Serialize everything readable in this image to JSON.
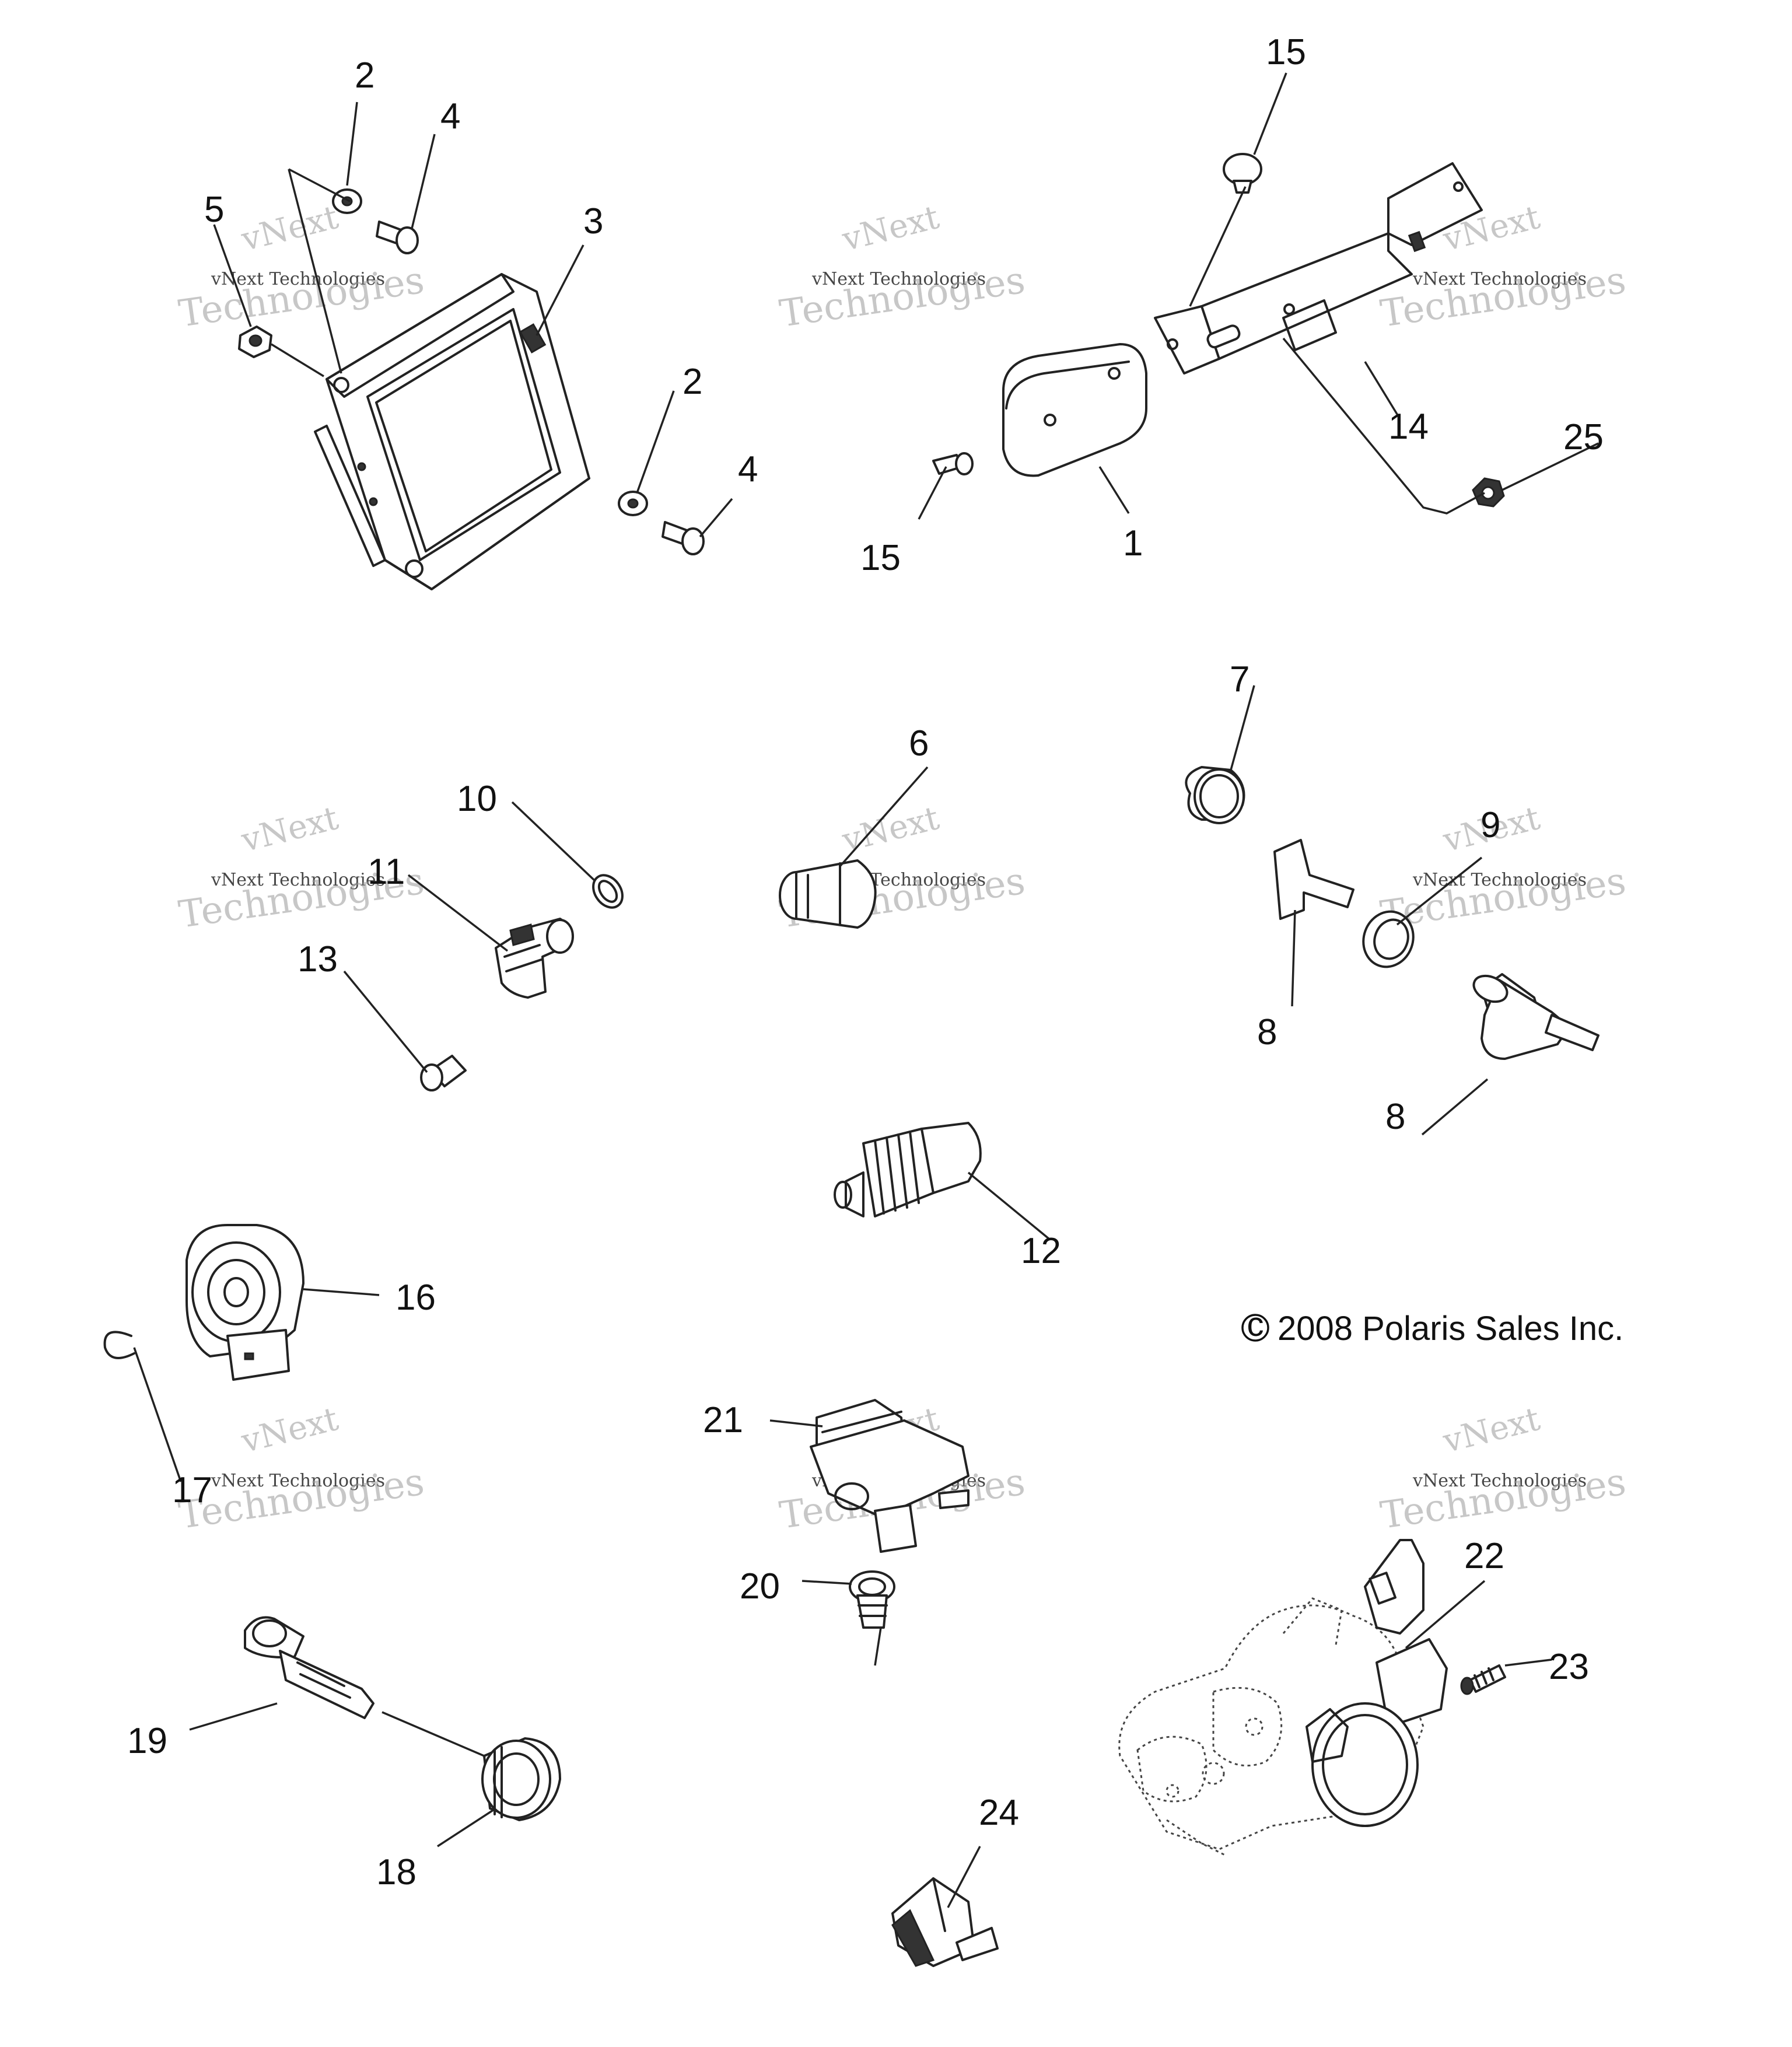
{
  "callouts": {
    "c1": "1",
    "c2a": "2",
    "c2b": "2",
    "c3": "3",
    "c4a": "4",
    "c4b": "4",
    "c5": "5",
    "c6": "6",
    "c7": "7",
    "c8a": "8",
    "c8b": "8",
    "c9": "9",
    "c10": "10",
    "c11": "11",
    "c12": "12",
    "c13": "13",
    "c14": "14",
    "c15a": "15",
    "c15b": "15",
    "c16": "16",
    "c17": "17",
    "c18": "18",
    "c19": "19",
    "c20": "20",
    "c21": "21",
    "c22": "22",
    "c23": "23",
    "c24": "24",
    "c25": "25"
  },
  "copyright": "2008 Polaris Sales Inc.",
  "copyright_symbol": "c",
  "watermark": {
    "line1": "vNext Technologies",
    "line2": "Technologies",
    "line3": "vNext"
  }
}
